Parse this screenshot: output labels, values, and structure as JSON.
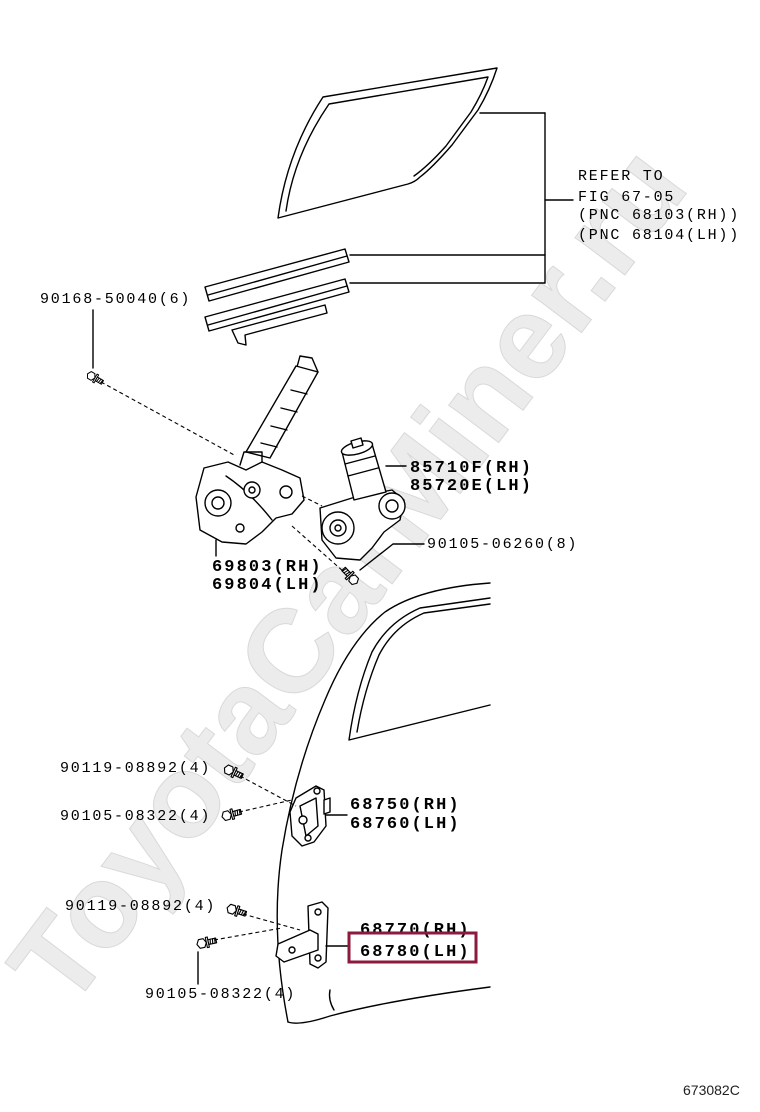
{
  "diagram": {
    "reference_note": {
      "line1": "REFER TO",
      "line2": "FIG 67-05",
      "line3": "(PNC 68103(RH))",
      "line4": "(PNC 68104(LH))"
    },
    "callouts": {
      "screw_top": {
        "text": "90168-50040(6)"
      },
      "motor_rh": {
        "text": "85710F(RH)"
      },
      "motor_lh": {
        "text": "85720E(LH)"
      },
      "motor_bolt": {
        "text": "90105-06260(8)"
      },
      "regulator_rh": {
        "text": "69803(RH)"
      },
      "regulator_lh": {
        "text": "69804(LH)"
      },
      "upper_hinge_bolt_1": {
        "text": "90119-08892(4)"
      },
      "upper_hinge_bolt_2": {
        "text": "90105-08322(4)"
      },
      "upper_hinge_rh": {
        "text": "68750(RH)"
      },
      "upper_hinge_lh": {
        "text": "68760(LH)"
      },
      "lower_hinge_bolt_1": {
        "text": "90119-08892(4)"
      },
      "lower_hinge_bolt_2": {
        "text": "90105-08322(4)"
      },
      "lower_hinge_rh": {
        "text": "68770(RH)"
      },
      "lower_hinge_lh": {
        "text": "68780(LH)",
        "highlighted": true
      }
    },
    "figure_code": "673082C",
    "watermark": "ToyotaCarMiner.ru",
    "colors": {
      "line": "#000000",
      "highlight": "#8b1a3c",
      "watermark": "#ececec",
      "background": "#ffffff"
    }
  }
}
